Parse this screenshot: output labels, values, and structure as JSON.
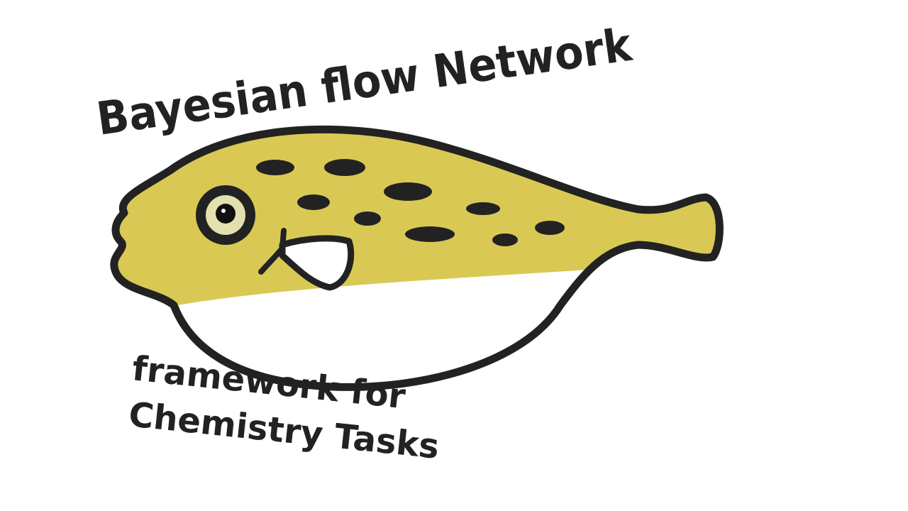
{
  "logo": {
    "title_line": "Bayesian flow Network",
    "subtitle_line1": "framework for",
    "subtitle_line2": "Chemistry Tasks",
    "mascot": "pufferfish"
  },
  "colors": {
    "body_yellow": "#d9c954",
    "outline": "#222222",
    "belly": "#ffffff",
    "eye_ring": "#e3e0b0"
  }
}
